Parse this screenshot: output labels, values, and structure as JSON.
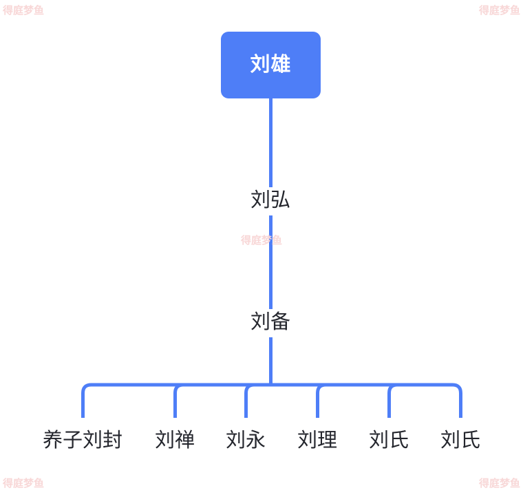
{
  "diagram": {
    "type": "family-tree",
    "orientation": "top-down",
    "line_color": "#4e7ef7",
    "node_box_color": "#4e7ef7",
    "node_box_text_color": "#ffffff",
    "text_color": "#24262d",
    "background_color": "#ffffff"
  },
  "root": {
    "label": "刘雄",
    "style": "filled-box"
  },
  "generations": [
    {
      "label": "刘弘",
      "style": "plain-text"
    },
    {
      "label": "刘备",
      "style": "plain-text"
    }
  ],
  "children": [
    {
      "label": "养子刘封"
    },
    {
      "label": "刘禅"
    },
    {
      "label": "刘永"
    },
    {
      "label": "刘理"
    },
    {
      "label": "刘氏"
    },
    {
      "label": "刘氏"
    }
  ],
  "watermarks": {
    "text": "得庭梦鱼",
    "color": "#f8d7d7",
    "positions": [
      "top-left",
      "top-right",
      "center",
      "bottom-left",
      "bottom-right"
    ]
  }
}
